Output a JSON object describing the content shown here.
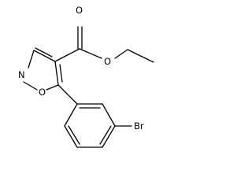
{
  "structure": {
    "atoms": {
      "carbonyl_oxygen": "O",
      "ester_oxygen": "O",
      "ring_nitrogen": "N",
      "ring_oxygen": "O",
      "bromine": "Br"
    }
  }
}
